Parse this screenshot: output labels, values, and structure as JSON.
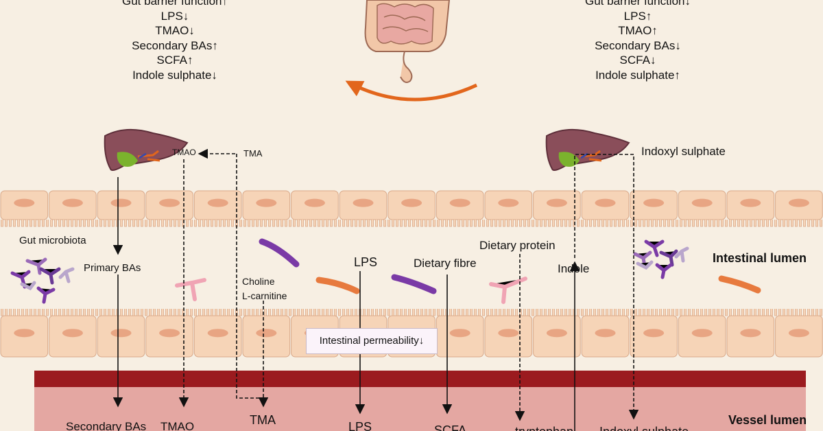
{
  "left_effects": [
    "Gut barrier function↑",
    "LPS↓",
    "TMAO↓",
    "Secondary BAs↑",
    "SCFA↑",
    "Indole sulphate↓"
  ],
  "right_effects": [
    "Gut barrier function↓",
    "LPS↑",
    "TMAO↑",
    "Secondary BAs↓",
    "SCFA↓",
    "Indole sulphate↑"
  ],
  "labels": {
    "tmao_liver": "TMAO",
    "tma_top": "TMA",
    "indoxyl": "Indoxyl sulphate",
    "gut_microbiota": "Gut microbiota",
    "primary_bas": "Primary BAs",
    "choline": "Choline",
    "carnitine": "L-carnitine",
    "lps_mid": "LPS",
    "dietary_fibre": "Dietary fibre",
    "dietary_protein": "Dietary protein",
    "indole": "Indole",
    "intestinal_lumen": "Intestinal lumen",
    "permeability": "Intestinal permeability↓",
    "vessel_lumen": "Vessel  lumen",
    "secondary_bas": "Secondary BAs",
    "tmao_vessel": "TMAO",
    "tma_vessel": "TMA",
    "lps_vessel": "LPS",
    "scfa_vessel": "SCFA",
    "tryptophan": "tryptophan",
    "indoxyl_vessel": "Indoxyl sulphate"
  },
  "colors": {
    "background": "#f7efe3",
    "epithelium": "#f6d4b7",
    "nucleus": "#e8a583",
    "vessel_wall": "#9b1b1f",
    "vessel_lumen": "#e4a7a2",
    "arrow_orange": "#e2661c",
    "liver": "#8a4e5a",
    "gallbladder": "#7bb22d",
    "bacteria_purple": "#7a3aa6",
    "bacteria_orange": "#e77a3e",
    "bacteria_pink": "#f0a4b4"
  }
}
